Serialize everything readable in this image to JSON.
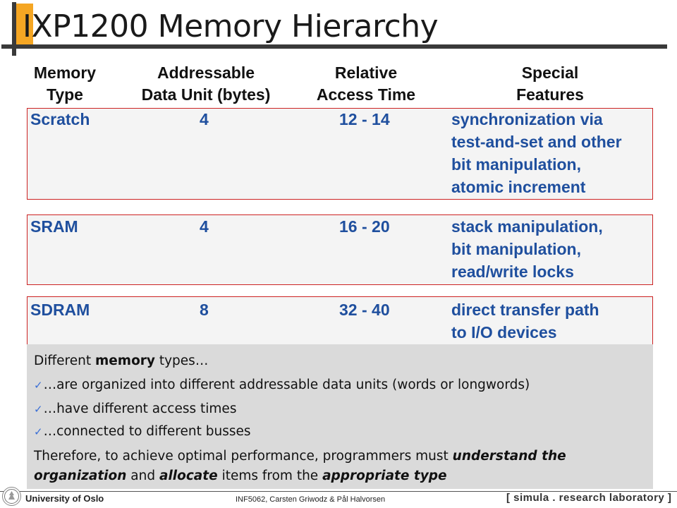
{
  "title": "IXP1200 Memory Hierarchy",
  "columns": [
    {
      "line1": "Memory",
      "line2": "Type"
    },
    {
      "line1": "Addressable",
      "line2": "Data Unit (bytes)"
    },
    {
      "line1": "Relative",
      "line2": "Access Time"
    },
    {
      "line1": "Special",
      "line2": "Features"
    }
  ],
  "rows": [
    {
      "type": "Scratch",
      "unit": "4",
      "time": "12 - 14",
      "features": [
        "synchronization via",
        "test-and-set and other",
        "bit manipulation,",
        "atomic increment"
      ]
    },
    {
      "type": "SRAM",
      "unit": "4",
      "time": "16 - 20",
      "features": [
        "stack manipulation,",
        "bit manipulation,",
        "read/write locks"
      ]
    },
    {
      "type": "SDRAM",
      "unit": "8",
      "time": "32 - 40",
      "features": [
        "direct transfer path",
        "to I/O devices"
      ]
    }
  ],
  "notes": {
    "intro_pre": "Different ",
    "intro_bold": "memory",
    "intro_post": " types…",
    "bullets": [
      "…are organized into different addressable data units (words or longwords)",
      "…have different access times",
      "…connected to different busses"
    ],
    "conclusion_1_pre": "Therefore, to achieve optimal performance, programmers must ",
    "conclusion_1_em": "understand the",
    "conclusion_2_em1": "organization",
    "conclusion_2_mid1": " and ",
    "conclusion_2_em2": "allocate",
    "conclusion_2_mid2": " items from the ",
    "conclusion_2_em3": "appropriate type"
  },
  "footer": {
    "university": "University of Oslo",
    "credit": "INF5062, Carsten Griwodz & Pål Halvorsen",
    "lab": "[ simula . research laboratory ]"
  },
  "icons": {
    "check": "check-icon",
    "seal": "university-seal-icon"
  },
  "colors": {
    "accent": "#f5a623",
    "table_text": "#1f4f9e",
    "box_border": "#cc2222",
    "check": "#3b6fd6"
  }
}
